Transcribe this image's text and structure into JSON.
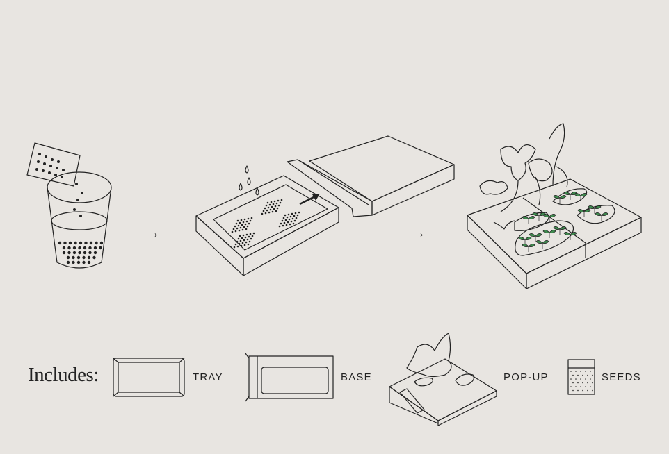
{
  "steps": {
    "arrow_1": "→",
    "arrow_2": "→"
  },
  "includes": {
    "heading": "Includes:",
    "items": [
      {
        "label": "TRAY",
        "icon": "tray-icon"
      },
      {
        "label": "BASE",
        "icon": "base-icon"
      },
      {
        "label": "POP-UP",
        "icon": "pop-up-icon"
      },
      {
        "label": "SEEDS",
        "icon": "seeds-packet-icon"
      }
    ]
  },
  "colors": {
    "background": "#e8e5e1",
    "line": "#222222",
    "soil": "#a9a9a9",
    "leaf": "#3f8a4e"
  }
}
